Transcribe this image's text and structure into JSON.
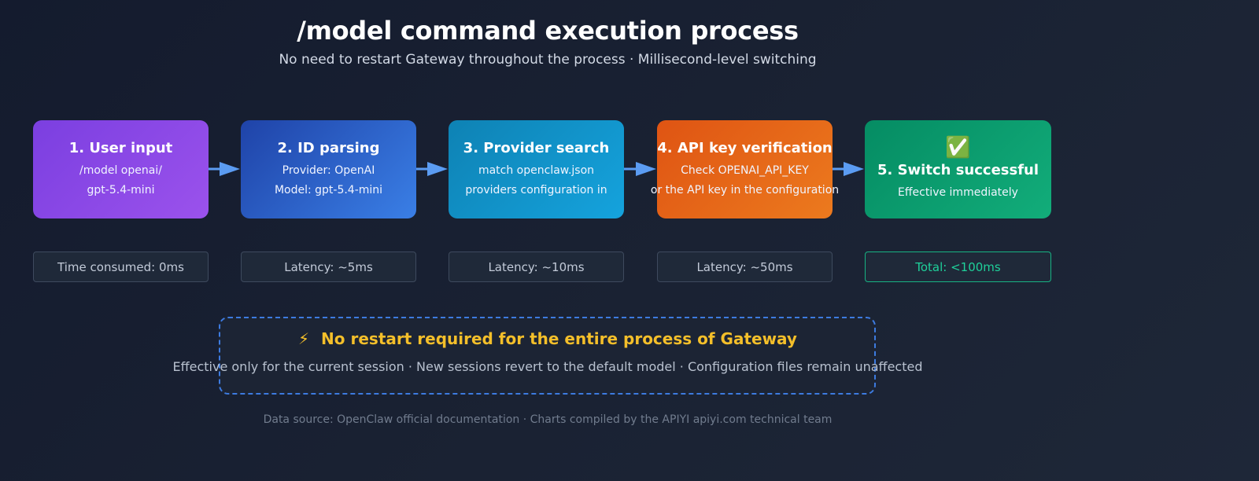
{
  "header": {
    "title": "/model command execution process",
    "subtitle": "No need to restart Gateway throughout the process · Millisecond-level switching"
  },
  "steps": [
    {
      "title": "1. User input",
      "lines": [
        "/model openai/",
        "gpt-5.4-mini"
      ],
      "color": "#8b47e6"
    },
    {
      "title": "2. ID parsing",
      "lines": [
        "Provider: OpenAI",
        "Model: gpt-5.4-mini"
      ],
      "color": "#2c60c8"
    },
    {
      "title": "3. Provider search",
      "lines": [
        "match openclaw.json",
        "providers configuration in"
      ],
      "color": "#1193c8"
    },
    {
      "title": "4. API key verification",
      "lines": [
        "Check OPENAI_API_KEY",
        "or the API key in the configuration"
      ],
      "color": "#e66718"
    },
    {
      "icon": "check-mark-icon",
      "icon_glyph": "✅",
      "title": "5. Switch successful",
      "lines": [
        "Effective immediately"
      ],
      "color": "#0c9c6e"
    }
  ],
  "latencies": [
    "Time consumed: 0ms",
    "Latency: ~5ms",
    "Latency: ~10ms",
    "Latency: ~50ms",
    "Total: <100ms"
  ],
  "callout": {
    "icon": "lightning-icon",
    "icon_glyph": "⚡",
    "title": "No restart required for the entire process of Gateway",
    "text": "Effective only for the current session · New sessions revert to the default model · Configuration files remain unaffected"
  },
  "footer": {
    "source": "Data source: OpenClaw official documentation · Charts compiled by the APIYI apiyi.com technical team"
  },
  "colors": {
    "arrow": "#5b9cf2",
    "callout_title": "#f4bf2a",
    "total_accent": "#1fd09a"
  }
}
